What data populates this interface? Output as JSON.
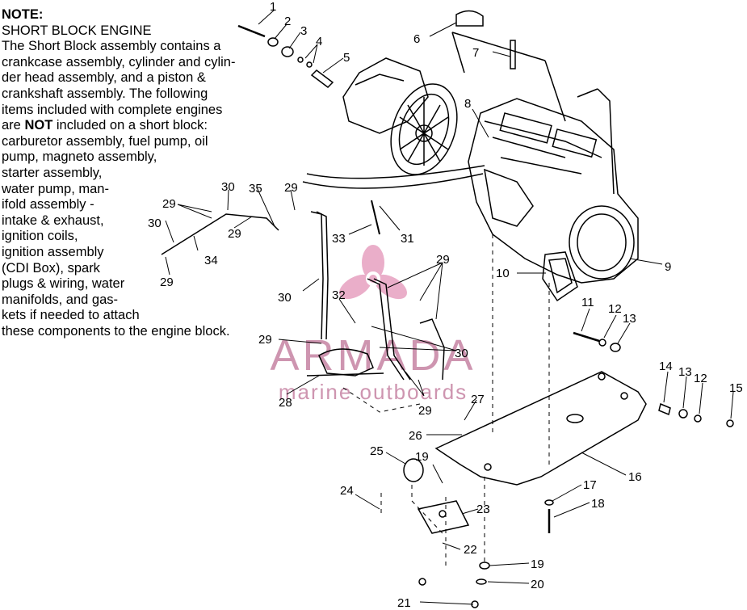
{
  "note": {
    "title": "NOTE:",
    "lines": [
      "SHORT BLOCK ENGINE",
      "The Short Block assembly contains a",
      "crankcase assembly, cylinder and cylin-",
      "der head assembly, and a piston &",
      "crankshaft assembly.  The following",
      "items included with complete engines",
      "are ",
      "carburetor assembly, fuel pump, oil",
      "pump, magneto assembly,",
      "starter assembly,",
      "water pump, man-",
      "ifold assembly -",
      "intake & exhaust,",
      "ignition coils,",
      "ignition assembly",
      "(CDI Box), spark",
      "plugs & wiring, water",
      "manifolds, and gas-",
      "kets if needed to attach",
      "these components to the engine block."
    ],
    "bold_word": "NOT",
    "line7_rest": " included on a short block:"
  },
  "callouts": [
    {
      "id": "c1",
      "text": "1"
    },
    {
      "id": "c2",
      "text": "2"
    },
    {
      "id": "c3",
      "text": "3"
    },
    {
      "id": "c4",
      "text": "4"
    },
    {
      "id": "c5",
      "text": "5"
    },
    {
      "id": "c6",
      "text": "6"
    },
    {
      "id": "c7",
      "text": "7"
    },
    {
      "id": "c8",
      "text": "8"
    },
    {
      "id": "c9",
      "text": "9"
    },
    {
      "id": "c10",
      "text": "10"
    },
    {
      "id": "c11",
      "text": "11"
    },
    {
      "id": "c12a",
      "text": "12"
    },
    {
      "id": "c13a",
      "text": "13"
    },
    {
      "id": "c14",
      "text": "14"
    },
    {
      "id": "c13b",
      "text": "13"
    },
    {
      "id": "c12b",
      "text": "12"
    },
    {
      "id": "c15",
      "text": "15"
    },
    {
      "id": "c16",
      "text": "16"
    },
    {
      "id": "c17",
      "text": "17"
    },
    {
      "id": "c18",
      "text": "18"
    },
    {
      "id": "c19a",
      "text": "19"
    },
    {
      "id": "c19b",
      "text": "19"
    },
    {
      "id": "c20",
      "text": "20"
    },
    {
      "id": "c21",
      "text": "21"
    },
    {
      "id": "c22",
      "text": "22"
    },
    {
      "id": "c23",
      "text": "23"
    },
    {
      "id": "c24",
      "text": "24"
    },
    {
      "id": "c25",
      "text": "25"
    },
    {
      "id": "c26",
      "text": "26"
    },
    {
      "id": "c27",
      "text": "27"
    },
    {
      "id": "c28",
      "text": "28"
    },
    {
      "id": "c29a",
      "text": "29"
    },
    {
      "id": "c29b",
      "text": "29"
    },
    {
      "id": "c29c",
      "text": "29"
    },
    {
      "id": "c29d",
      "text": "29"
    },
    {
      "id": "c29e",
      "text": "29"
    },
    {
      "id": "c29f",
      "text": "29"
    },
    {
      "id": "c29g",
      "text": "29"
    },
    {
      "id": "c30a",
      "text": "30"
    },
    {
      "id": "c30b",
      "text": "30"
    },
    {
      "id": "c30c",
      "text": "30"
    },
    {
      "id": "c30d",
      "text": "30"
    },
    {
      "id": "c31",
      "text": "31"
    },
    {
      "id": "c32",
      "text": "32"
    },
    {
      "id": "c33",
      "text": "33"
    },
    {
      "id": "c34",
      "text": "34"
    },
    {
      "id": "c35",
      "text": "35"
    }
  ],
  "watermark": {
    "brand": "ARMADA",
    "tagline": "marine outboards",
    "color": "#e8a6c4"
  }
}
